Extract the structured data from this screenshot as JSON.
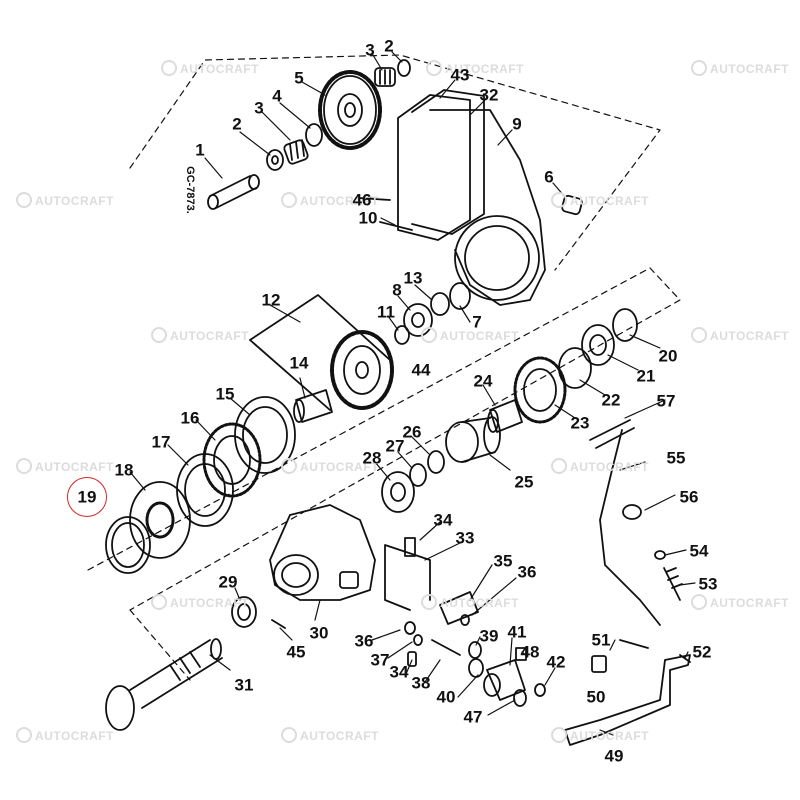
{
  "diagram": {
    "drawing_code": "GC-7873.",
    "watermark": "AUTOCRAFT",
    "highlight_color": "#d62828",
    "highlighted_part": "19",
    "part_numbers": [
      "1",
      "2",
      "2",
      "3",
      "3",
      "4",
      "5",
      "6",
      "7",
      "8",
      "9",
      "10",
      "11",
      "12",
      "13",
      "14",
      "15",
      "16",
      "17",
      "18",
      "19",
      "20",
      "21",
      "22",
      "23",
      "24",
      "25",
      "26",
      "27",
      "28",
      "29",
      "30",
      "31",
      "32",
      "33",
      "34",
      "34",
      "35",
      "36",
      "36",
      "37",
      "38",
      "39",
      "40",
      "41",
      "42",
      "43",
      "44",
      "45",
      "46",
      "47",
      "48",
      "49",
      "50",
      "51",
      "52",
      "53",
      "54",
      "55",
      "56",
      "57"
    ]
  }
}
